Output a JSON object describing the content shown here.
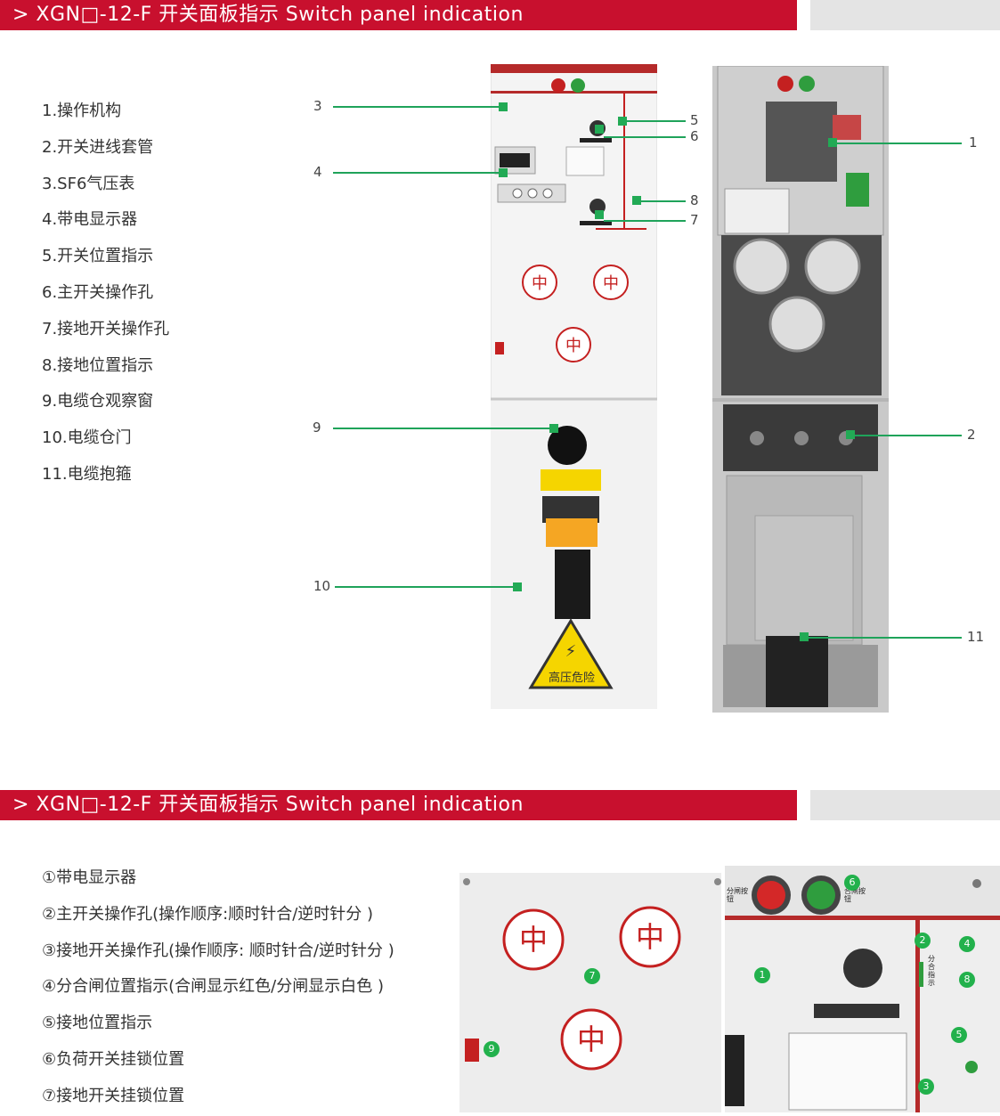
{
  "section1": {
    "title": "> XGN□-12-F 开关面板指示 Switch panel indication",
    "items": [
      "1.操作机构",
      "2.开关进线套管",
      "3.SF6气压表",
      "4.带电显示器",
      "5.开关位置指示",
      "6.主开关操作孔",
      "7.接地开关操作孔",
      "8.接地位置指示",
      "9.电缆仓观察窗",
      "10.电缆仓门",
      "11.电缆抱箍"
    ],
    "callouts": [
      "3",
      "4",
      "5",
      "6",
      "8",
      "7",
      "9",
      "10",
      "1",
      "2",
      "11"
    ],
    "warning_sign": "高压危险"
  },
  "section2": {
    "title": "> XGN□-12-F 开关面板指示 Switch panel indication",
    "items": [
      "①带电显示器",
      "②主开关操作孔(操作顺序:顺时针合/逆时针分 )",
      "③接地开关操作孔(操作顺序: 顺时针合/逆时针分 )",
      "④分合闸位置指示(合闸显示红色/分闸显示白色 )",
      "⑤接地位置指示",
      "⑥负荷开关挂锁位置",
      "⑦接地开关挂锁位置"
    ],
    "photo_numbers": [
      "1",
      "2",
      "3",
      "4",
      "5",
      "6",
      "7",
      "8",
      "9"
    ],
    "labels": {
      "open_button": "分闸按钮",
      "close_button": "合闸按钮",
      "switch_indicator": "分合指示"
    }
  },
  "colors": {
    "header_red": "#c8102e",
    "leader_green": "#1fa35a",
    "marker_green": "#22b14c",
    "header_grey": "#e4e4e4"
  }
}
